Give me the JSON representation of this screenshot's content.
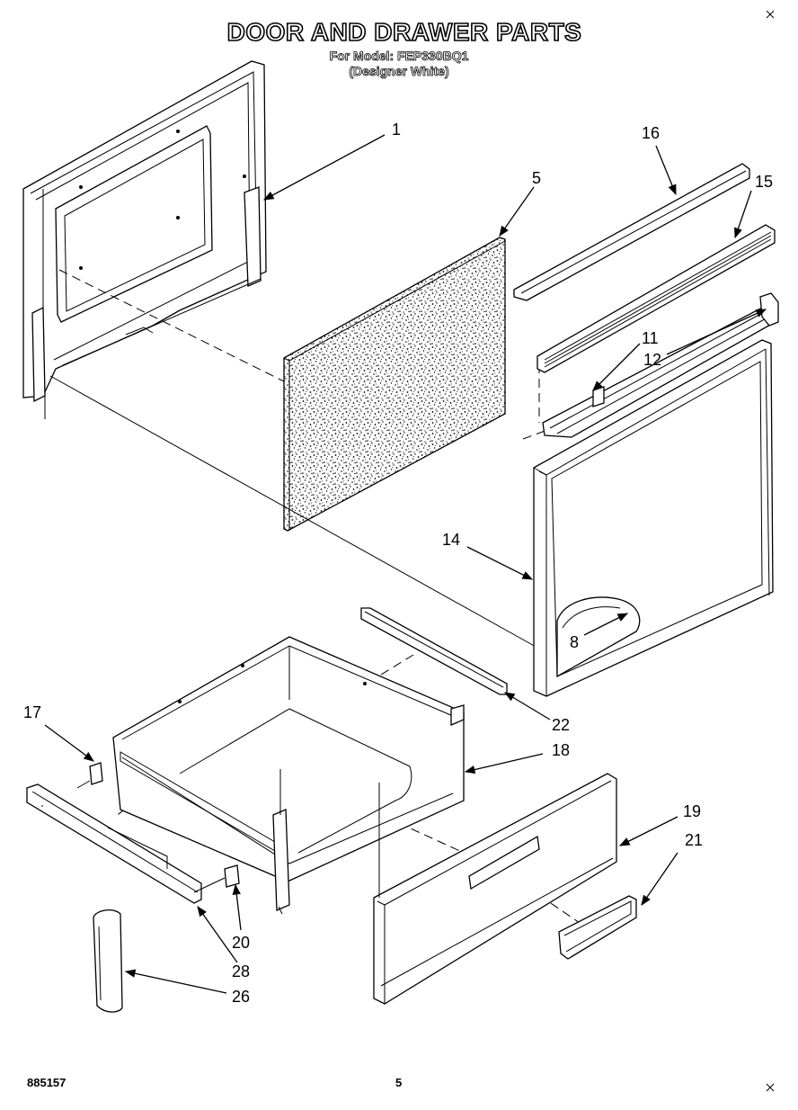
{
  "title": "DOOR AND DRAWER PARTS",
  "model_line": "For Model: FEP330BQ1",
  "color_line": "(Designer White)",
  "doc_number": "885157",
  "page_number": "5",
  "callouts": [
    "1",
    "5",
    "16",
    "15",
    "11",
    "12",
    "14",
    "8",
    "22",
    "18",
    "17",
    "19",
    "21",
    "20",
    "28",
    "26"
  ]
}
